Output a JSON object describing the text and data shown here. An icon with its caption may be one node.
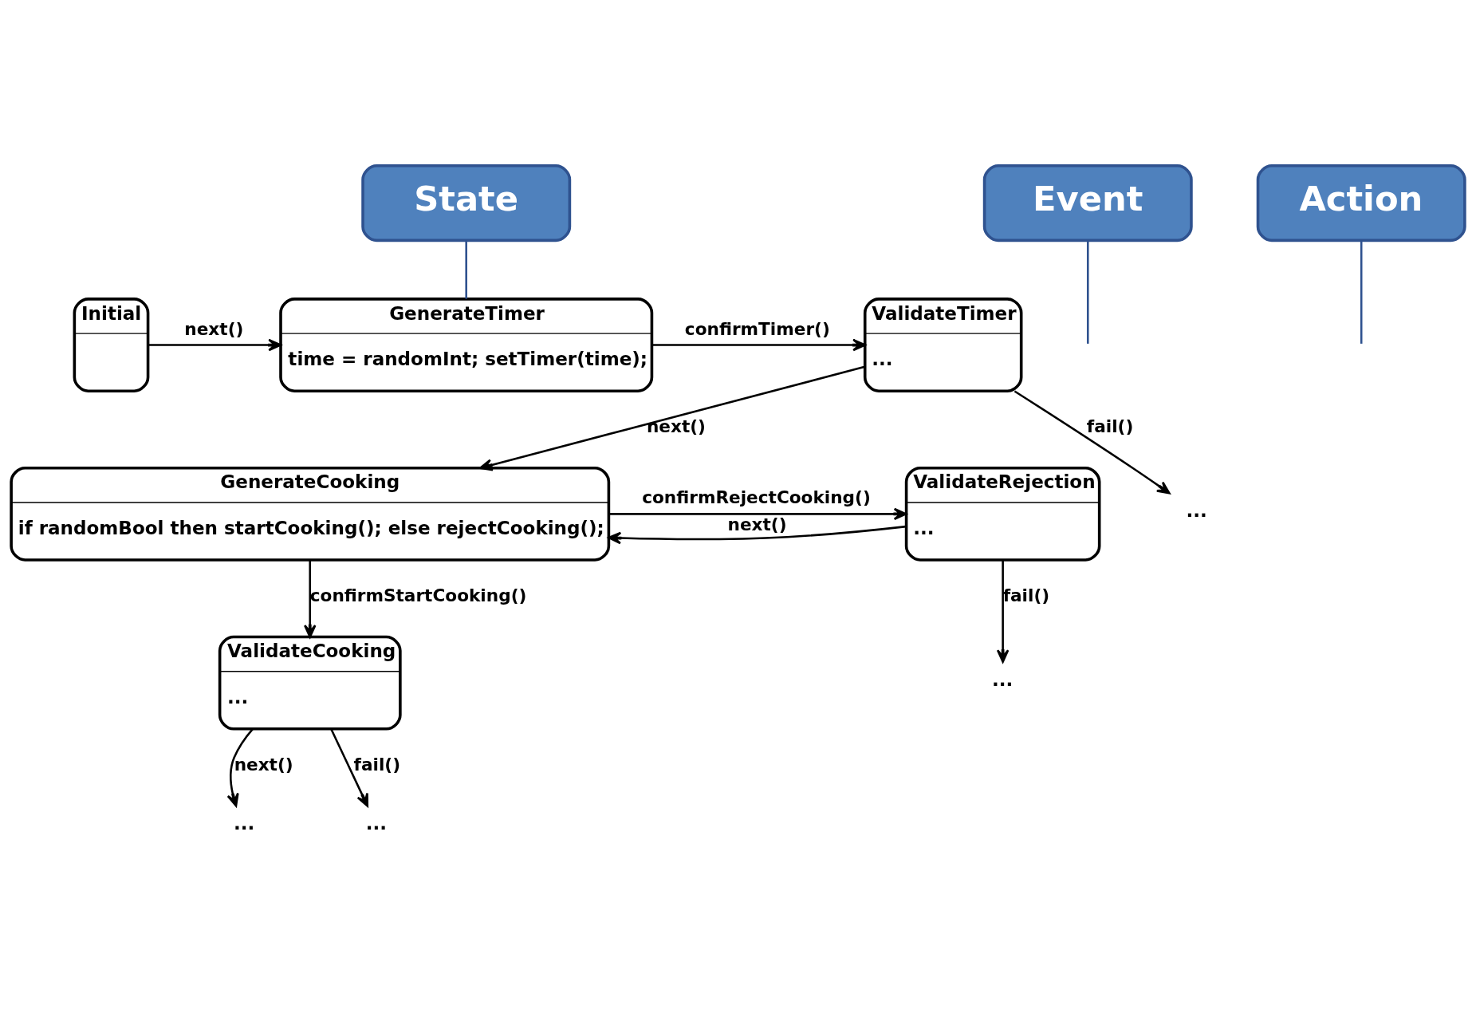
{
  "diagram": {
    "nodes": [
      {
        "text": [
          "Initial"
        ]
      },
      {
        "text": [
          "GenerateTimer",
          "time = randomInt; setTimer(time);"
        ]
      },
      {
        "text": [
          "ValidateTimer",
          "..."
        ]
      },
      {
        "text": [
          "State"
        ]
      },
      {
        "text": [
          "ValidateRejection",
          "..."
        ]
      },
      {
        "text": [
          "GenerateCooking",
          "if randomBool then startCooking(); else rejectCooking();"
        ]
      },
      {
        "text": [
          "..."
        ]
      },
      {
        "text": [
          "..."
        ]
      },
      {
        "text": [
          "Event"
        ]
      },
      {
        "text": [
          "Action"
        ]
      },
      {
        "text": [
          "ValidateCooking",
          "..."
        ]
      },
      {
        "text": [
          "..."
        ]
      },
      {
        "text": [
          "..."
        ]
      }
    ],
    "edges": [
      {
        "from": 0,
        "to": 1,
        "arrow": "to",
        "label": "next()"
      },
      {
        "from": 1,
        "to": 2,
        "arrow": "to",
        "label": "confirmTimer()"
      },
      {
        "from": 2,
        "to": 5,
        "arrow": "to",
        "label": "next()"
      },
      {
        "from": 2,
        "to": 6,
        "arrow": "to",
        "label": "fail()"
      },
      {
        "from": 5,
        "to": 4,
        "arrow": "to",
        "label": "confirmRejectCooking()"
      },
      {
        "from": 4,
        "to": 5,
        "arrow": "to",
        "label": "next()"
      },
      {
        "from": 4,
        "to": 7,
        "arrow": "to",
        "label": "fail()"
      },
      {
        "from": 5,
        "to": 10,
        "arrow": "to",
        "label": "confirmStartCooking()"
      },
      {
        "from": 10,
        "to": 11,
        "arrow": "to",
        "label": "next()"
      },
      {
        "from": 10,
        "to": 12,
        "arrow": "to",
        "label": "fail()"
      },
      {
        "from": 3,
        "to": 1,
        "arrow": "none",
        "color": "#2f528f"
      },
      {
        "from": 9,
        "to": null,
        "arrow": "none",
        "color": "#2f528f"
      },
      {
        "from": 8,
        "to": null,
        "arrow": "none",
        "color": "#2f528f"
      }
    ]
  }
}
